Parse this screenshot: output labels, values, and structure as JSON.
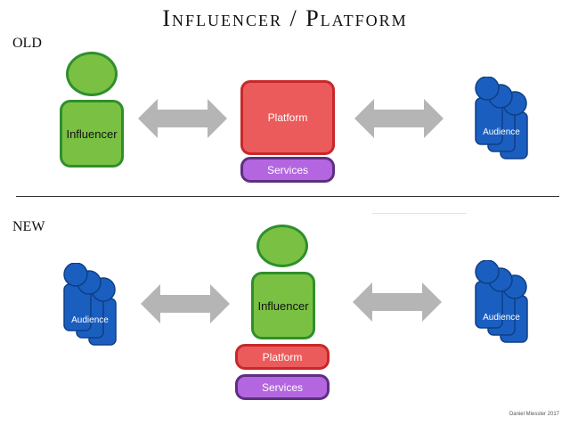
{
  "title": "Influencer / Platform",
  "old": {
    "label": "OLD",
    "influencer": "Influencer",
    "platform": "Platform",
    "services": "Services",
    "audience": "Audience"
  },
  "new": {
    "label": "NEW",
    "audience_left": "Audience",
    "influencer": "Influencer",
    "platform": "Platform",
    "services": "Services",
    "audience_right": "Audience"
  },
  "credit": "Daniel Miessler 2017",
  "colors": {
    "influencer_fill": "#7ac143",
    "platform_fill": "#ec5b5b",
    "services_fill": "#b466e0",
    "audience_fill": "#1a5fc0",
    "arrow": "#b5b5b5"
  }
}
